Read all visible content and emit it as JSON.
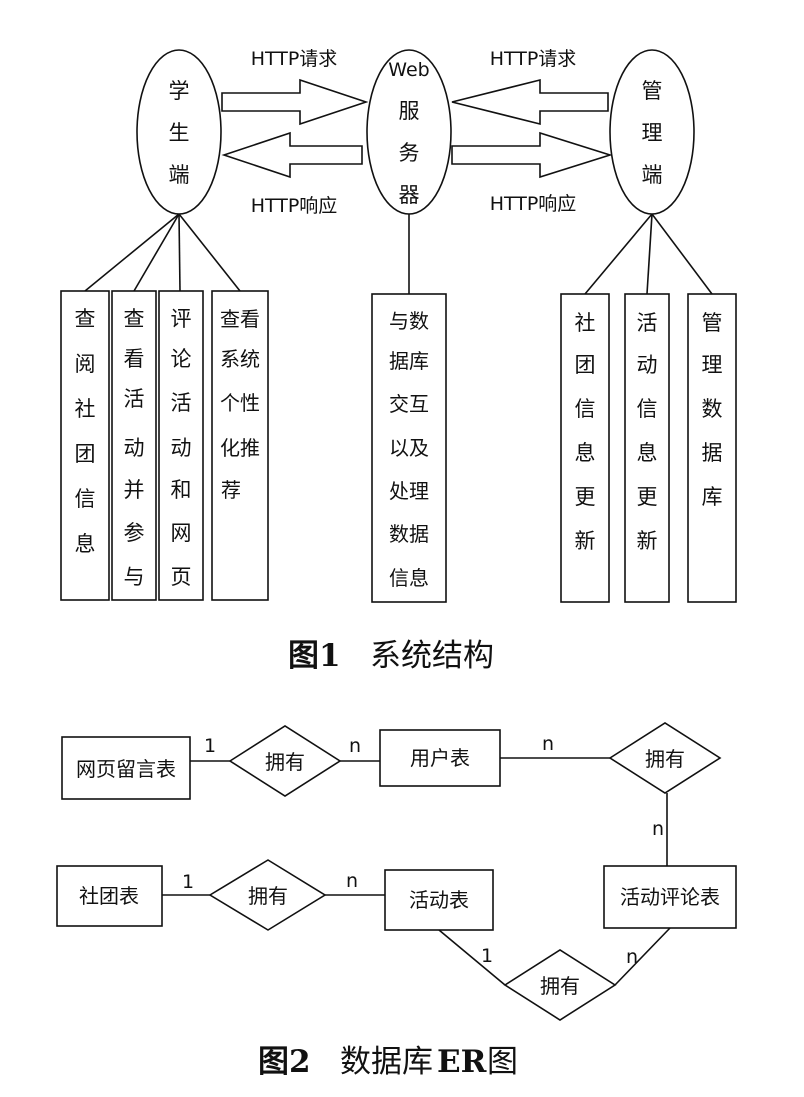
{
  "figure1": {
    "student_node": [
      "学",
      "生",
      "端"
    ],
    "server_node": [
      "Web",
      "服",
      "务",
      "器"
    ],
    "admin_node": [
      "管",
      "理",
      "端"
    ],
    "http_request": "HTTP请求",
    "http_response": "HTTP响应",
    "student_functions": [
      [
        "查",
        "阅",
        "社",
        "团",
        "信",
        "息"
      ],
      [
        "查",
        "看",
        "活",
        "动",
        "并",
        "参",
        "与"
      ],
      [
        "评",
        "论",
        "活",
        "动",
        "和",
        "网",
        "页"
      ],
      [
        "查看",
        "系统",
        "个性",
        "化推",
        "荐"
      ]
    ],
    "server_function": [
      "与数",
      "据库",
      "交互",
      "以及",
      "处理",
      "数据",
      "信息"
    ],
    "admin_functions": [
      [
        "社",
        "团",
        "信",
        "息",
        "更",
        "新"
      ],
      [
        "活",
        "动",
        "信",
        "息",
        "更",
        "新"
      ],
      [
        "管",
        "理",
        "数",
        "据",
        "库"
      ]
    ],
    "caption_num": "图1",
    "caption_text": "系统结构"
  },
  "figure2": {
    "entities": {
      "web_msg": "网页留言表",
      "user": "用户表",
      "club": "社团表",
      "activity": "活动表",
      "comment": "活动评论表"
    },
    "relation": "拥有",
    "card_one": "1",
    "card_n": "n",
    "caption_num": "图2",
    "caption_text": "数据库",
    "caption_er": "ER",
    "caption_tail": "图"
  }
}
